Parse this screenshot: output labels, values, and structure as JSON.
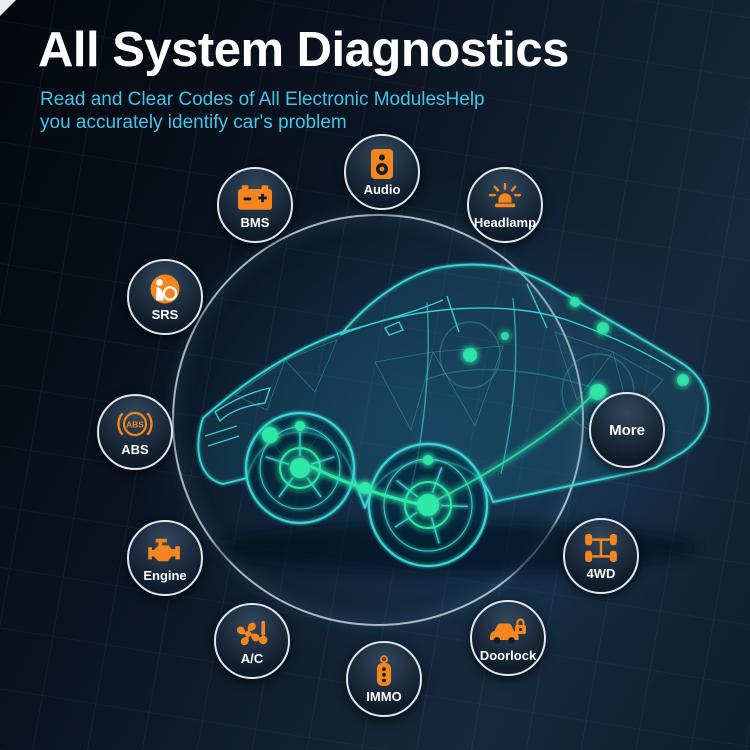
{
  "page": {
    "title": "All System Diagnostics",
    "subtitle_line1": "Read and Clear Codes of All Electronic ModulesHelp",
    "subtitle_line2": "you accurately identify car's problem"
  },
  "colors": {
    "accent_cyan": "#3fc6ea",
    "icon_orange": "#f5861f",
    "wireframe_teal": "#39d6d6",
    "glow_green": "#2fe8a8",
    "badge_border": "#dde7ee",
    "background_dark": "#0a1320"
  },
  "modules": [
    {
      "label": "BMS",
      "icon": "battery-icon"
    },
    {
      "label": "Audio",
      "icon": "speaker-icon"
    },
    {
      "label": "Headlamp",
      "icon": "headlamp-icon"
    },
    {
      "label": "SRS",
      "icon": "airbag-icon"
    },
    {
      "label": "ABS",
      "icon": "abs-brake-icon",
      "icon_text": "ABS"
    },
    {
      "label": "More",
      "icon": null
    },
    {
      "label": "Engine",
      "icon": "engine-icon"
    },
    {
      "label": "4WD",
      "icon": "drivetrain-icon"
    },
    {
      "label": "A/C",
      "icon": "fan-thermometer-icon"
    },
    {
      "label": "Doorlock",
      "icon": "car-lock-icon"
    },
    {
      "label": "IMMO",
      "icon": "key-fob-icon"
    }
  ]
}
